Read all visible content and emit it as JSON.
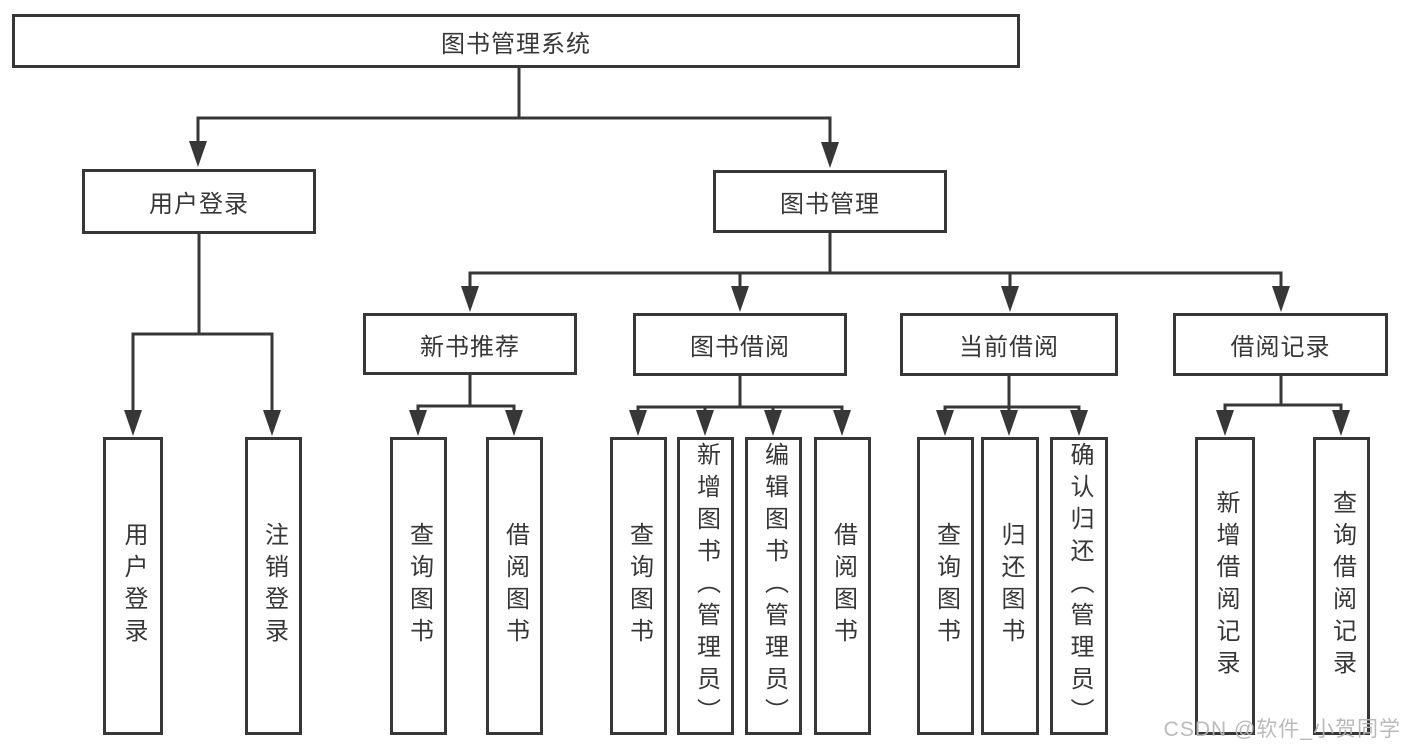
{
  "diagram_title": "图书管理系统",
  "colors": {
    "line": "#373737",
    "box_border": "#373737",
    "text": "#373737",
    "background": "#ffffff",
    "watermark": "#b6b6b6"
  },
  "tree": {
    "root": {
      "label": "图书管理系统",
      "children": [
        {
          "label": "用户登录",
          "children": [
            {
              "label": "用户登录"
            },
            {
              "label": "注销登录"
            }
          ]
        },
        {
          "label": "图书管理",
          "children": [
            {
              "label": "新书推荐",
              "children": [
                {
                  "label": "查询图书"
                },
                {
                  "label": "借阅图书"
                }
              ]
            },
            {
              "label": "图书借阅",
              "children": [
                {
                  "label": "查询图书"
                },
                {
                  "label": "新增图书（管理员）"
                },
                {
                  "label": "编辑图书（管理员）"
                },
                {
                  "label": "借阅图书"
                }
              ]
            },
            {
              "label": "当前借阅",
              "children": [
                {
                  "label": "查询图书"
                },
                {
                  "label": "归还图书"
                },
                {
                  "label": "确认归还（管理员）"
                }
              ]
            },
            {
              "label": "借阅记录",
              "children": [
                {
                  "label": "新增借阅记录"
                },
                {
                  "label": "查询借阅记录"
                }
              ]
            }
          ]
        }
      ]
    }
  },
  "watermark": {
    "text": "CSDN @软件_小贺同学"
  }
}
